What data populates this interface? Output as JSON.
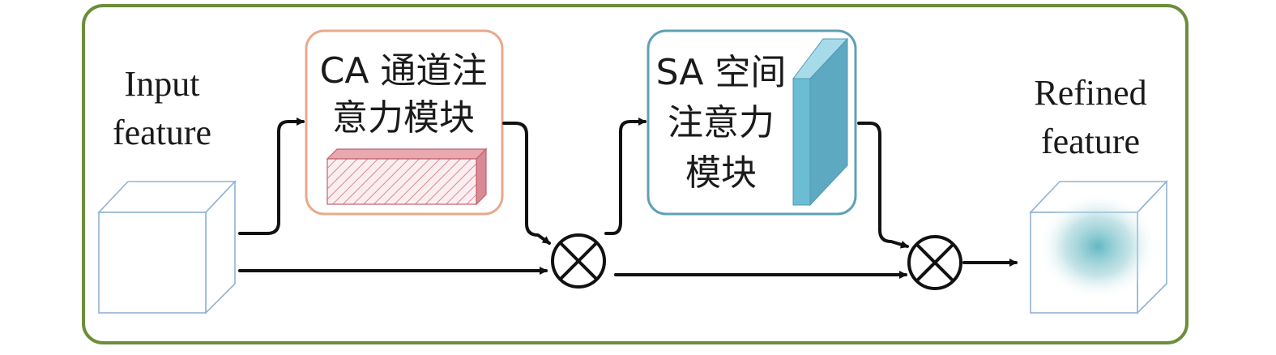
{
  "input": {
    "line1": "Input",
    "line2": "feature"
  },
  "ca_module": {
    "line1": "CA 通道注",
    "line2": "意力模块"
  },
  "sa_module": {
    "line1": "SA 空间",
    "line2": "注意力",
    "line3": "模块"
  },
  "output": {
    "line1": "Refined",
    "line2": "feature"
  },
  "colors": {
    "frame": "#6b8e3a",
    "ca_border": "#e8a98c",
    "sa_border": "#5fa0b4",
    "ca_block": "#d98a94",
    "sa_block": "#6bbdd6",
    "cube_edge": "#8fb2d3",
    "arrow": "#111111"
  },
  "icons": {
    "multiply": "circled-times-icon"
  }
}
